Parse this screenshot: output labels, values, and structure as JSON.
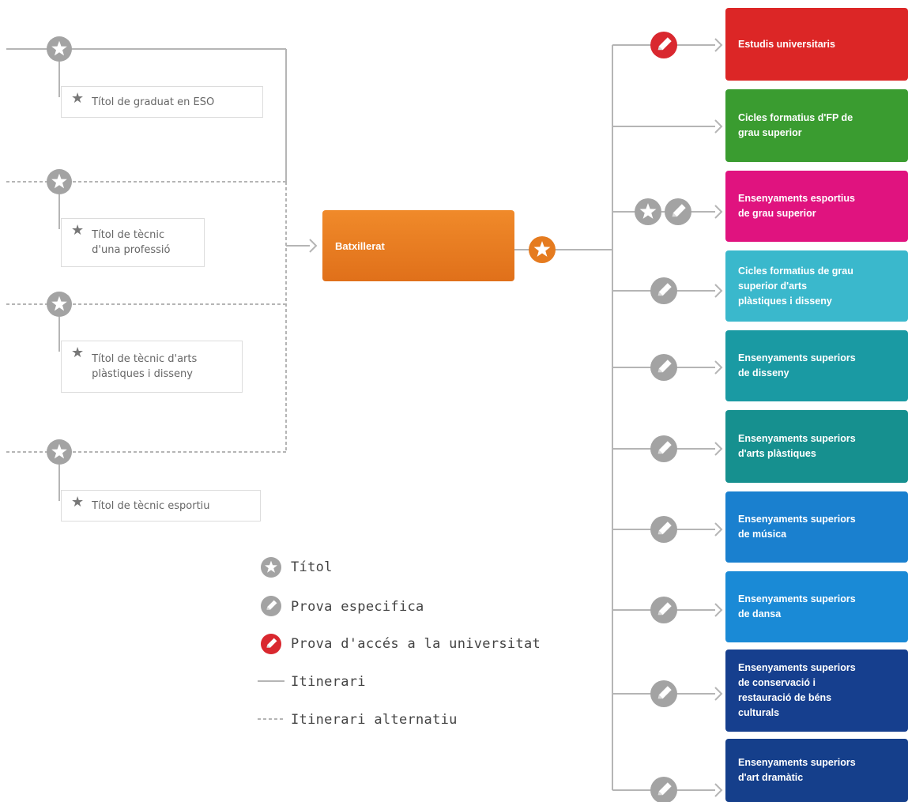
{
  "colors": {
    "line": "#b5b5b5",
    "icon_grey": "#a3a3a3",
    "icon_red": "#d9282f",
    "batxillerat": "#e57b1f"
  },
  "sources": [
    {
      "icon": "star-icon",
      "line": "solid",
      "label": "Títol de graduat en ESO"
    },
    {
      "icon": "star-icon",
      "line": "dashed",
      "label": "Títol de tècnic\nd'una professió"
    },
    {
      "icon": "star-icon",
      "line": "dashed",
      "label": "Títol de tècnic d'arts\nplàstiques i disseny"
    },
    {
      "icon": "star-icon",
      "line": "dashed",
      "label": "Títol de tècnic esportiu"
    }
  ],
  "center": {
    "label": "Batxillerat",
    "icon": "star-icon"
  },
  "destinations": [
    {
      "label": "Estudis universitaris",
      "color": "#dc2626",
      "icons": [
        "pencil-icon-red"
      ]
    },
    {
      "label": "Cicles formatius d'FP de\ngrau superior",
      "color": "#3a9c30",
      "icons": []
    },
    {
      "label": "Ensenyaments esportius\nde grau superior",
      "color": "#e0137f",
      "icons": [
        "star-icon",
        "pencil-icon"
      ]
    },
    {
      "label": "Cicles formatius de grau\nsuperior d'arts\nplàstiques i disseny",
      "color": "#3ab8cc",
      "icons": [
        "pencil-icon"
      ]
    },
    {
      "label": "Ensenyaments superiors\nde disseny",
      "color": "#1a9aa3",
      "icons": [
        "pencil-icon"
      ]
    },
    {
      "label": "Ensenyaments superiors\nd'arts plàstiques",
      "color": "#16908f",
      "icons": [
        "pencil-icon"
      ]
    },
    {
      "label": "Ensenyaments superiors\nde música",
      "color": "#1a80cf",
      "icons": [
        "pencil-icon"
      ]
    },
    {
      "label": "Ensenyaments superiors\nde dansa",
      "color": "#1a8ad6",
      "icons": [
        "pencil-icon"
      ]
    },
    {
      "label": "Ensenyaments superiors\nde conservació i\nrestauració de béns\nculturals",
      "color": "#163f8e",
      "icons": [
        "pencil-icon"
      ]
    },
    {
      "label": "Ensenyaments superiors\nd'art dramàtic",
      "color": "#153f8b",
      "icons": [
        "pencil-icon"
      ]
    }
  ],
  "legend": [
    {
      "icon": "star-icon",
      "label": "Títol"
    },
    {
      "icon": "pencil-icon",
      "label": "Prova especifica"
    },
    {
      "icon": "pencil-icon-red",
      "label": "Prova d'accés a la universitat"
    },
    {
      "icon": "solid-line",
      "label": "Itinerari"
    },
    {
      "icon": "dashed-line",
      "label": "Itinerari alternatiu"
    }
  ]
}
